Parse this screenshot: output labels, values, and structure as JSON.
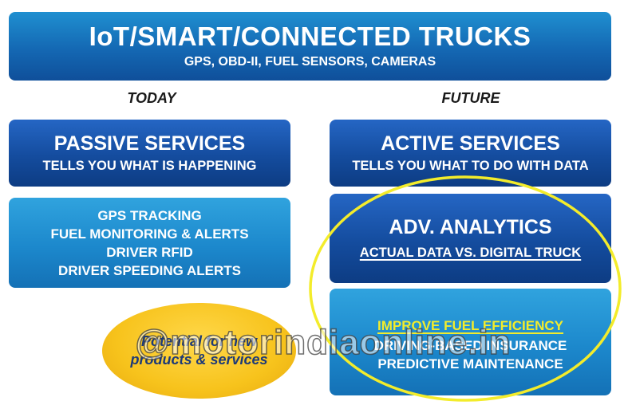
{
  "header": {
    "title": "IoT/SMART/CONNECTED TRUCKS",
    "subtitle": "GPS, OBD-II, FUEL SENSORS, CAMERAS"
  },
  "columns": {
    "left_label": "TODAY",
    "right_label": "FUTURE"
  },
  "passive": {
    "title": "PASSIVE SERVICES",
    "subtitle": "TELLS YOU WHAT IS HAPPENING"
  },
  "today_list": {
    "items": [
      "GPS TRACKING",
      "FUEL MONITORING & ALERTS",
      "DRIVER RFID",
      "DRIVER SPEEDING ALERTS"
    ]
  },
  "active": {
    "title": "ACTIVE SERVICES",
    "subtitle": "TELLS YOU WHAT TO DO WITH DATA"
  },
  "analytics": {
    "title": "ADV. ANALYTICS",
    "subtitle": "ACTUAL DATA VS. DIGITAL TRUCK"
  },
  "future_list": {
    "items": [
      "IMPROVE FUEL EFFICIENCY",
      "DRIVING-BASED INSURANCE",
      "PREDICTIVE MAINTENANCE"
    ]
  },
  "potential": {
    "line1": "Potential for new",
    "line2": "products & services"
  },
  "watermark": "@motorindiaonline.in",
  "colors": {
    "dark_box": "#144c9e",
    "light_box": "#1c88cc",
    "highlight_yellow": "#f3ec2b",
    "oval_yellow": "#f7c31c"
  }
}
